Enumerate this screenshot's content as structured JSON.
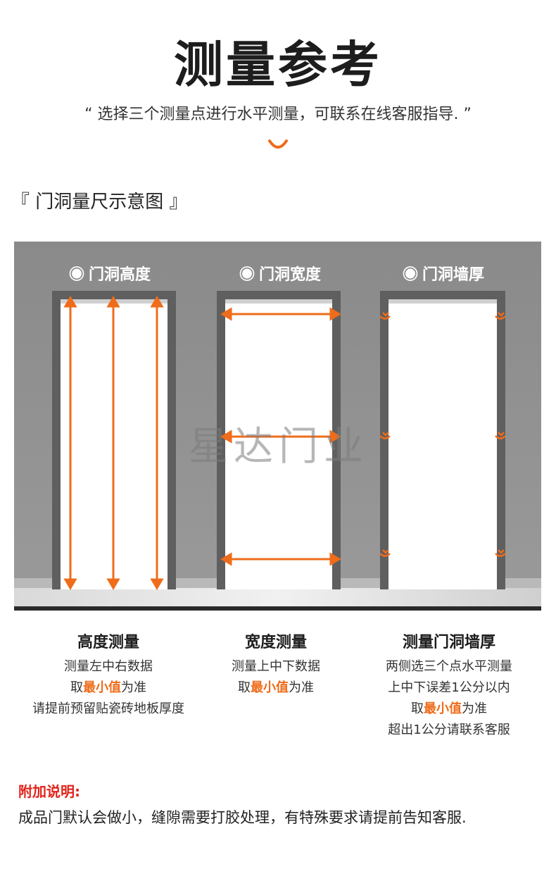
{
  "header": {
    "title": "测量参考",
    "subtitle": "“ 选择三个测量点进行水平测量，可联系在线客服指导. ”"
  },
  "section": {
    "heading": "『 门洞量尺示意图 』"
  },
  "illustration": {
    "labels": {
      "height": "◉ 门洞高度",
      "width": "◉ 门洞宽度",
      "thickness": "◉ 门洞墙厚"
    },
    "watermark": "星达门业",
    "colors": {
      "wall": "#8f8f8f",
      "frame": "#6e6e6e",
      "arrow": "#ef6c1a",
      "opening": "#ffffff"
    }
  },
  "columns": [
    {
      "title": "高度测量",
      "lines": [
        {
          "pre": "测量左中右数据",
          "hl": "",
          "post": ""
        },
        {
          "pre": "取",
          "hl": "最小值",
          "post": "为准"
        },
        {
          "pre": "请提前预留贴瓷砖地板厚度",
          "hl": "",
          "post": ""
        }
      ]
    },
    {
      "title": "宽度测量",
      "lines": [
        {
          "pre": "测量上中下数据",
          "hl": "",
          "post": ""
        },
        {
          "pre": "取",
          "hl": "最小值",
          "post": "为准"
        }
      ]
    },
    {
      "title": "测量门洞墙厚",
      "lines": [
        {
          "pre": "两侧选三个点水平测量",
          "hl": "",
          "post": ""
        },
        {
          "pre": "上中下误差1公分以内",
          "hl": "",
          "post": ""
        },
        {
          "pre": "取",
          "hl": "最小值",
          "post": "为准"
        },
        {
          "pre": "超出1公分请联系客服",
          "hl": "",
          "post": ""
        }
      ]
    }
  ],
  "note": {
    "label": "附加说明:",
    "text": "成品门默认会做小，缝隙需要打胶处理，有特殊要求请提前告知客服."
  }
}
